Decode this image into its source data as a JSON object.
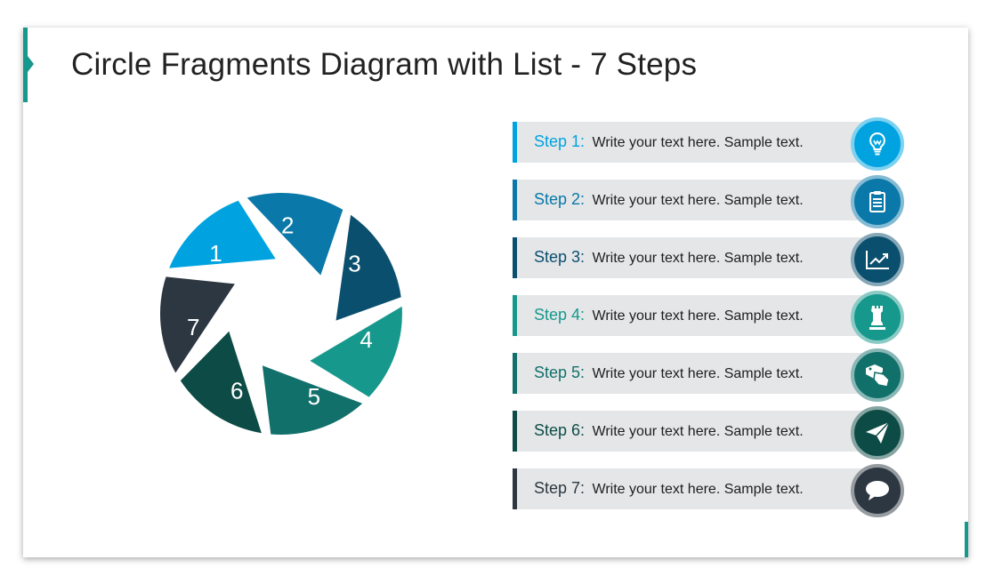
{
  "title": "Circle Fragments Diagram with List - 7 Steps",
  "segments": [
    {
      "label": "1",
      "color": "#00a3e0"
    },
    {
      "label": "2",
      "color": "#0a78a8"
    },
    {
      "label": "3",
      "color": "#0b4f6e"
    },
    {
      "label": "4",
      "color": "#17988c"
    },
    {
      "label": "5",
      "color": "#12706b"
    },
    {
      "label": "6",
      "color": "#0d4c46"
    },
    {
      "label": "7",
      "color": "#2d3741"
    }
  ],
  "steps": [
    {
      "label": "Step 1:",
      "text": "Write your text here. Sample text.",
      "color": "#00a3e0",
      "ring": "#7fd1f0",
      "icon": "lightbulb-icon"
    },
    {
      "label": "Step 2:",
      "text": "Write your text here. Sample text.",
      "color": "#0a78a8",
      "ring": "#84bbd4",
      "icon": "clipboard-icon"
    },
    {
      "label": "Step 3:",
      "text": "Write your text here. Sample text.",
      "color": "#0b4f6e",
      "ring": "#85a7b7",
      "icon": "chart-icon"
    },
    {
      "label": "Step 4:",
      "text": "Write your text here. Sample text.",
      "color": "#17988c",
      "ring": "#8bcbc5",
      "icon": "chess-rook-icon"
    },
    {
      "label": "Step 5:",
      "text": "Write your text here. Sample text.",
      "color": "#12706b",
      "ring": "#88b7b5",
      "icon": "tags-icon"
    },
    {
      "label": "Step 6:",
      "text": "Write your text here. Sample text.",
      "color": "#0d4c46",
      "ring": "#86a5a2",
      "icon": "paper-plane-icon"
    },
    {
      "label": "Step 7:",
      "text": "Write your text here. Sample text.",
      "color": "#2d3741",
      "ring": "#969ba0",
      "icon": "speech-bubble-icon"
    }
  ]
}
